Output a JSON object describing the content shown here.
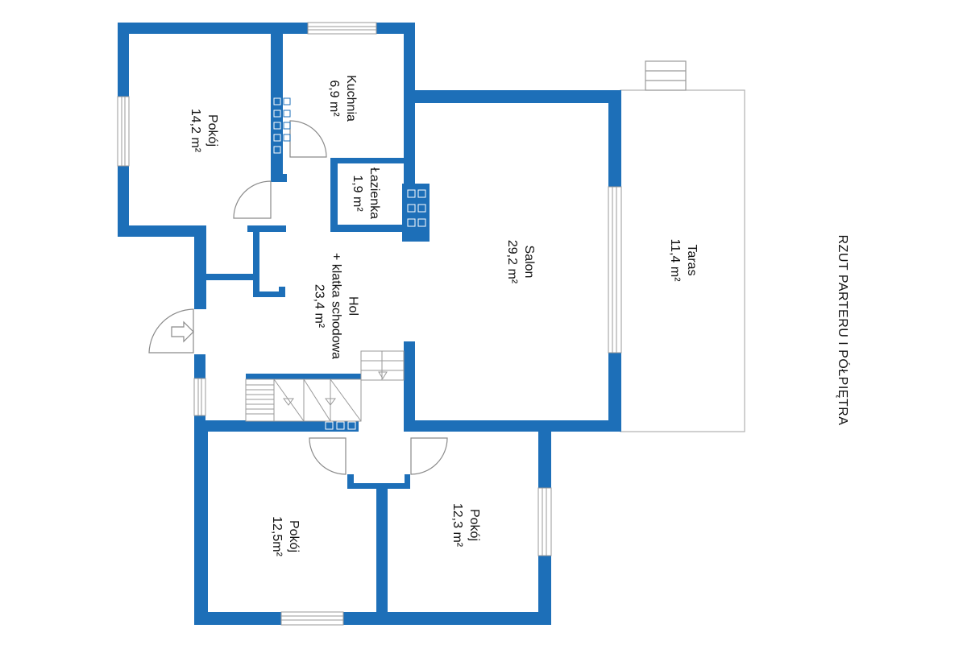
{
  "title": "RZUT PARTERU I PÓŁPIĘTRA",
  "colors": {
    "wall": "#1d6fb8",
    "line": "#9a9a9a",
    "text": "#111111"
  },
  "rooms": {
    "kuchnia": {
      "name": "Kuchnia",
      "area": "6,9 m²"
    },
    "pokoj_nw": {
      "name": "Pokój",
      "area": "14,2 m²"
    },
    "lazienka": {
      "name": "Łazienka",
      "area": "1,9 m²"
    },
    "salon": {
      "name": "Salon",
      "area": "29,2 m²"
    },
    "taras": {
      "name": "Taras",
      "area": "11,4 m²"
    },
    "hol": {
      "name": "Hol",
      "line2": "+ klatka schodowa",
      "area": "23,4 m²"
    },
    "pokoj_sw": {
      "name": "Pokój",
      "area": "12,5m²"
    },
    "pokoj_se": {
      "name": "Pokój",
      "area": "12,3 m²"
    }
  }
}
